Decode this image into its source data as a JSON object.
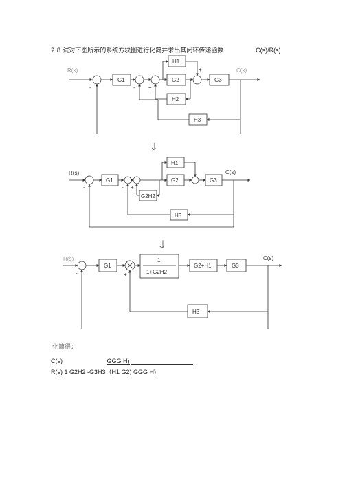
{
  "problem": {
    "number": "2.8",
    "text": "试对下图所示的系统方块图进行化简并求出其闭环传递函数",
    "tf": "C(s)/R(s)"
  },
  "diagram1": {
    "input": "R(s)",
    "output": "C(s)",
    "blocks": {
      "g1": "G1",
      "g2": "G2",
      "g3": "G3",
      "h1": "H1",
      "h2": "H2",
      "h3": "H3"
    },
    "signs": {
      "s1": "-",
      "s2": "-",
      "s3": "+",
      "s4": "+"
    }
  },
  "arrow1": "⇓",
  "diagram2": {
    "input": "R(s)",
    "output": "C(s)",
    "blocks": {
      "g1": "G1",
      "g2": "G2",
      "g3": "G3",
      "h1": "H1",
      "g2h2": "G2H2",
      "h3": "H3"
    },
    "signs": {
      "s1": "-",
      "s2": "-",
      "s3": "+"
    }
  },
  "arrow2": "⇓",
  "diagram3": {
    "input": "R(s)",
    "output": "C(s)",
    "blocks": {
      "g1": "G1",
      "frac_num": "1",
      "frac_den": "1+G2H2",
      "g2h1": "G2+H1",
      "g3": "G3",
      "h3": "H3"
    },
    "signs": {
      "s1": "-",
      "s2": "+"
    }
  },
  "solution": {
    "label": "化简得：",
    "line1_left": "C(s)",
    "line1_mid": "GGG H)",
    "line2": "R(s) 1 G2H2 -G3H3（H1 G2) GGG H)"
  }
}
